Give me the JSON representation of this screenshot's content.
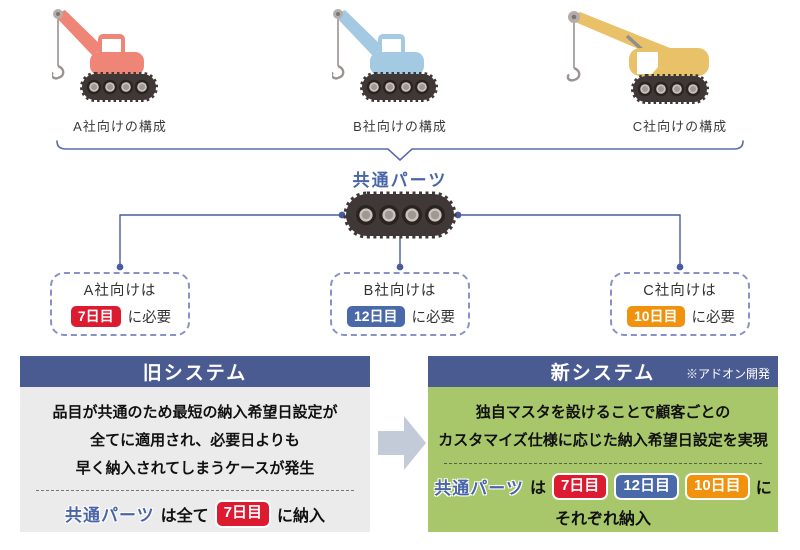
{
  "cranes": [
    {
      "id": "A",
      "label": "A社向けの構成",
      "color": "#ef8577"
    },
    {
      "id": "B",
      "label": "B社向けの構成",
      "color": "#a3c9e3"
    },
    {
      "id": "C",
      "label": "C社向けの構成",
      "color": "#e9c169"
    }
  ],
  "common_parts": {
    "label": "共通パーツ"
  },
  "requirements": [
    {
      "company": "A社向けは",
      "badge": "7日目",
      "suffix": "に必要"
    },
    {
      "company": "B社向けは",
      "badge": "12日目",
      "suffix": "に必要"
    },
    {
      "company": "C社向けは",
      "badge": "10日目",
      "suffix": "に必要"
    }
  ],
  "old_system": {
    "title": "旧システム",
    "body_lines": [
      "品目が共通のため最短の納入希望日設定が",
      "全てに適用され、必要日よりも",
      "早く納入されてしまうケースが発生"
    ],
    "footer": {
      "highlight": "共通パーツ",
      "pre_badge": "は全て",
      "badge": "7日目",
      "post_badge": "に納入"
    }
  },
  "new_system": {
    "title": "新システム",
    "note": "※アドオン開発",
    "body_lines": [
      "独自マスタを設けることで顧客ごとの",
      "カスタマイズ仕様に応じた納入希望日設定を実現"
    ],
    "footer": {
      "highlight": "共通パーツ",
      "pre_badge": "は",
      "badges": [
        "7日目",
        "12日目",
        "10日目"
      ],
      "post_badge": "に",
      "line2": "それぞれ納入"
    }
  },
  "colors": {
    "badge_red": "#dc1b31",
    "badge_blue": "#4a69a8",
    "badge_orange": "#f0920e",
    "header_navy": "#4a5b92",
    "old_body_bg": "#ebebeb",
    "new_body_bg": "#a8c76b",
    "connector_blue": "#4a5c9e",
    "highlight_blue": "#4b66a8",
    "arrow_gray": "#c3cad8"
  }
}
